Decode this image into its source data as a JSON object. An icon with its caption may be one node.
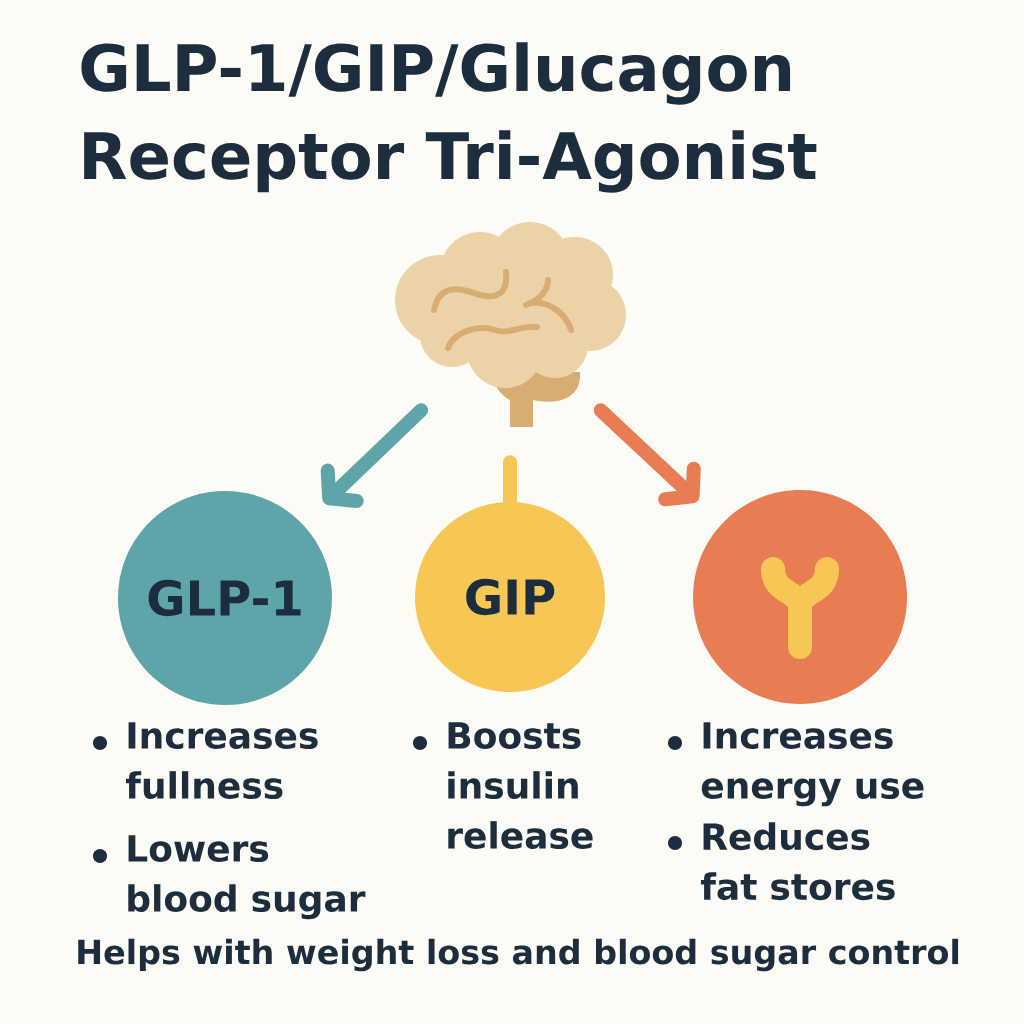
{
  "diagram": {
    "title": "GLP-1/GIP/Glucagon Receptor Tri-Agonist",
    "nodes": [
      {
        "text": [],
        "shape": "picture"
      },
      {
        "text": [
          "GLP-1"
        ],
        "beside": [
          "Increases fullness",
          "Lowers blood sugar"
        ]
      },
      {
        "text": [
          "GIP"
        ],
        "beside": [
          "Boosts insulin release"
        ]
      },
      {
        "text": [],
        "shape": "circle",
        "beside": [
          "Increases energy use",
          "Reduces fat stores"
        ]
      }
    ],
    "edges": [
      {
        "from": 0,
        "to": 1,
        "arrow": "to",
        "color": "#5ea5a9"
      },
      {
        "from": 0,
        "to": 2,
        "arrow": "none",
        "color": "#f8c655"
      },
      {
        "from": 0,
        "to": 3,
        "arrow": "to",
        "color": "#e87c52"
      }
    ],
    "caption": "Helps with weight loss and blood sugar control"
  }
}
